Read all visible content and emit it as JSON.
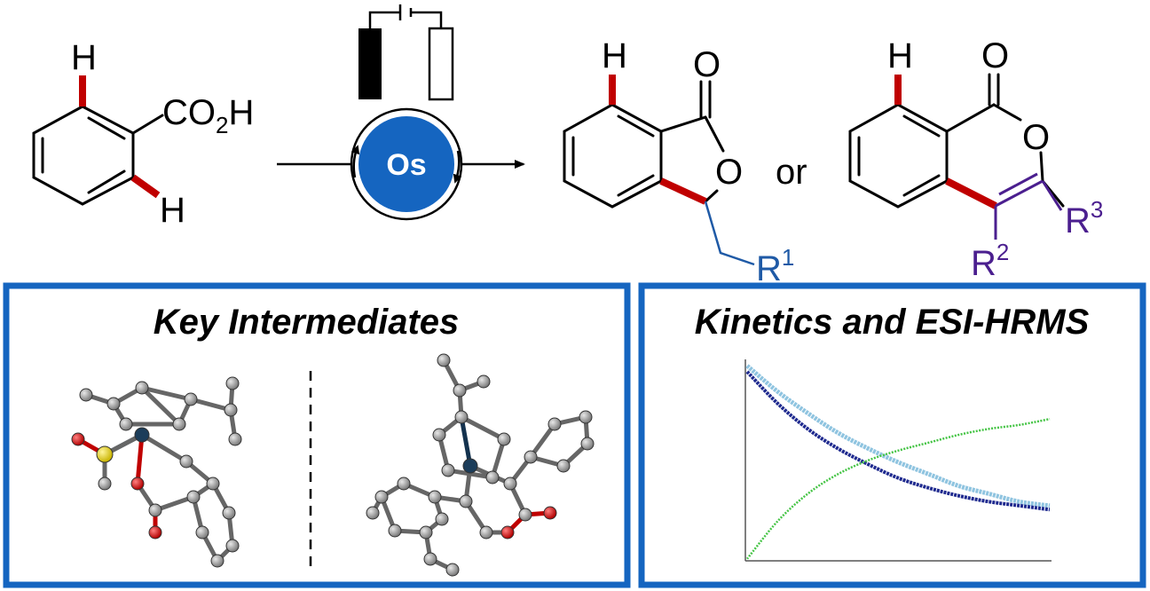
{
  "reaction": {
    "sm": {
      "h_top": "H",
      "h_bottom": "H",
      "co2h_main": "CO",
      "co2h_sub": "2",
      "co2h_tail": "H"
    },
    "catalyst": {
      "metal_label": "Os"
    },
    "product1": {
      "h": "H",
      "o_carbonyl": "O",
      "o_ring": "O",
      "r_label": "R",
      "r_sup": "1"
    },
    "or_text": "or",
    "product2": {
      "h": "H",
      "o_carbonyl": "O",
      "o_ring": "O",
      "r2_label": "R",
      "r2_sup": "2",
      "r3_label": "R",
      "r3_sup": "3"
    }
  },
  "panels": {
    "left_title": "Key Intermediates",
    "right_title": "Kinetics and ESI-HRMS"
  },
  "colors": {
    "panel_border": "#1565c0",
    "os_fill": "#1565c0",
    "highlight_bond": "#c00000",
    "r1": "#1f5aa6",
    "r23": "#4b1f8f",
    "series_dark": "#1f2a8f",
    "series_light": "#8fc4e0",
    "series_green": "#45c445"
  },
  "chart_data": {
    "type": "line",
    "title": "",
    "xlabel": "",
    "ylabel": "",
    "xlim": [
      0,
      1
    ],
    "ylim": [
      0,
      1
    ],
    "grid": false,
    "series": [
      {
        "x": [
          0,
          0.1,
          0.2,
          0.3,
          0.4,
          0.5,
          0.6,
          0.7,
          0.8,
          0.9,
          1.0
        ],
        "values": [
          0.96,
          0.8,
          0.67,
          0.57,
          0.49,
          0.42,
          0.37,
          0.33,
          0.3,
          0.28,
          0.26
        ]
      },
      {
        "x": [
          0,
          0.1,
          0.2,
          0.3,
          0.4,
          0.5,
          0.6,
          0.7,
          0.8,
          0.9,
          1.0
        ],
        "values": [
          0.99,
          0.86,
          0.75,
          0.65,
          0.57,
          0.5,
          0.44,
          0.38,
          0.34,
          0.3,
          0.28
        ]
      },
      {
        "x": [
          0,
          0.1,
          0.2,
          0.3,
          0.4,
          0.5,
          0.6,
          0.7,
          0.8,
          0.9,
          1.0
        ],
        "values": [
          0.01,
          0.2,
          0.34,
          0.44,
          0.51,
          0.56,
          0.6,
          0.64,
          0.67,
          0.69,
          0.72
        ]
      }
    ]
  }
}
